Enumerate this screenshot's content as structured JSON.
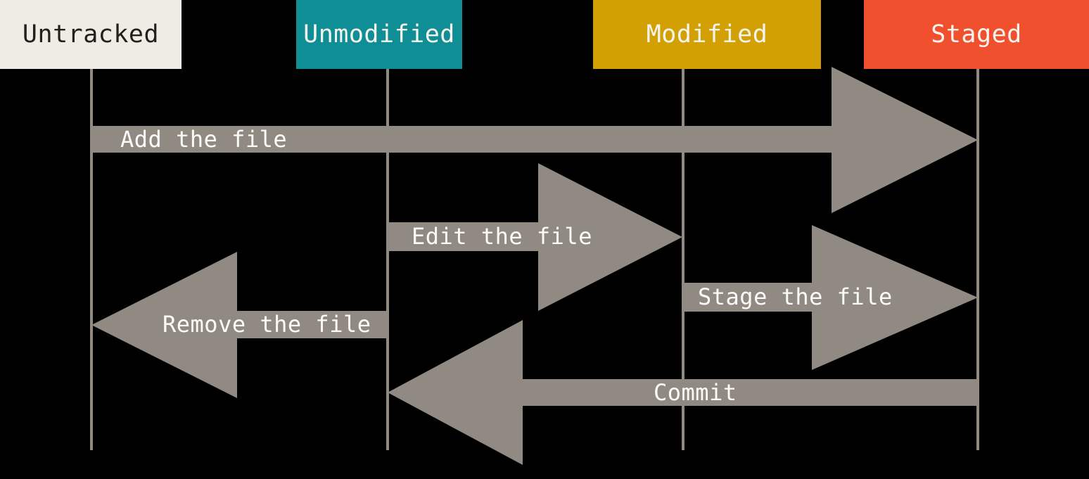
{
  "diagram": {
    "background": "#000000",
    "arrow_color": "#908A82",
    "lifeline_color": "#908A82",
    "label_text_color": "#FCFBF8"
  },
  "states": [
    {
      "label": "Untracked",
      "bg": "#EEEDE5",
      "fg": "#21201B"
    },
    {
      "label": "Unmodified",
      "bg": "#0F8E96",
      "fg": "#F6F4EE"
    },
    {
      "label": "Modified",
      "bg": "#D3A004",
      "fg": "#F6F4EE"
    },
    {
      "label": "Staged",
      "bg": "#F1502F",
      "fg": "#F6F4EE"
    }
  ],
  "transitions": [
    {
      "label": "Add the file",
      "from": "Untracked",
      "to": "Staged",
      "direction": "right"
    },
    {
      "label": "Edit the file",
      "from": "Unmodified",
      "to": "Modified",
      "direction": "right"
    },
    {
      "label": "Stage the file",
      "from": "Modified",
      "to": "Staged",
      "direction": "right"
    },
    {
      "label": "Remove the file",
      "from": "Unmodified",
      "to": "Untracked",
      "direction": "left"
    },
    {
      "label": "Commit",
      "from": "Staged",
      "to": "Unmodified",
      "direction": "left"
    }
  ]
}
